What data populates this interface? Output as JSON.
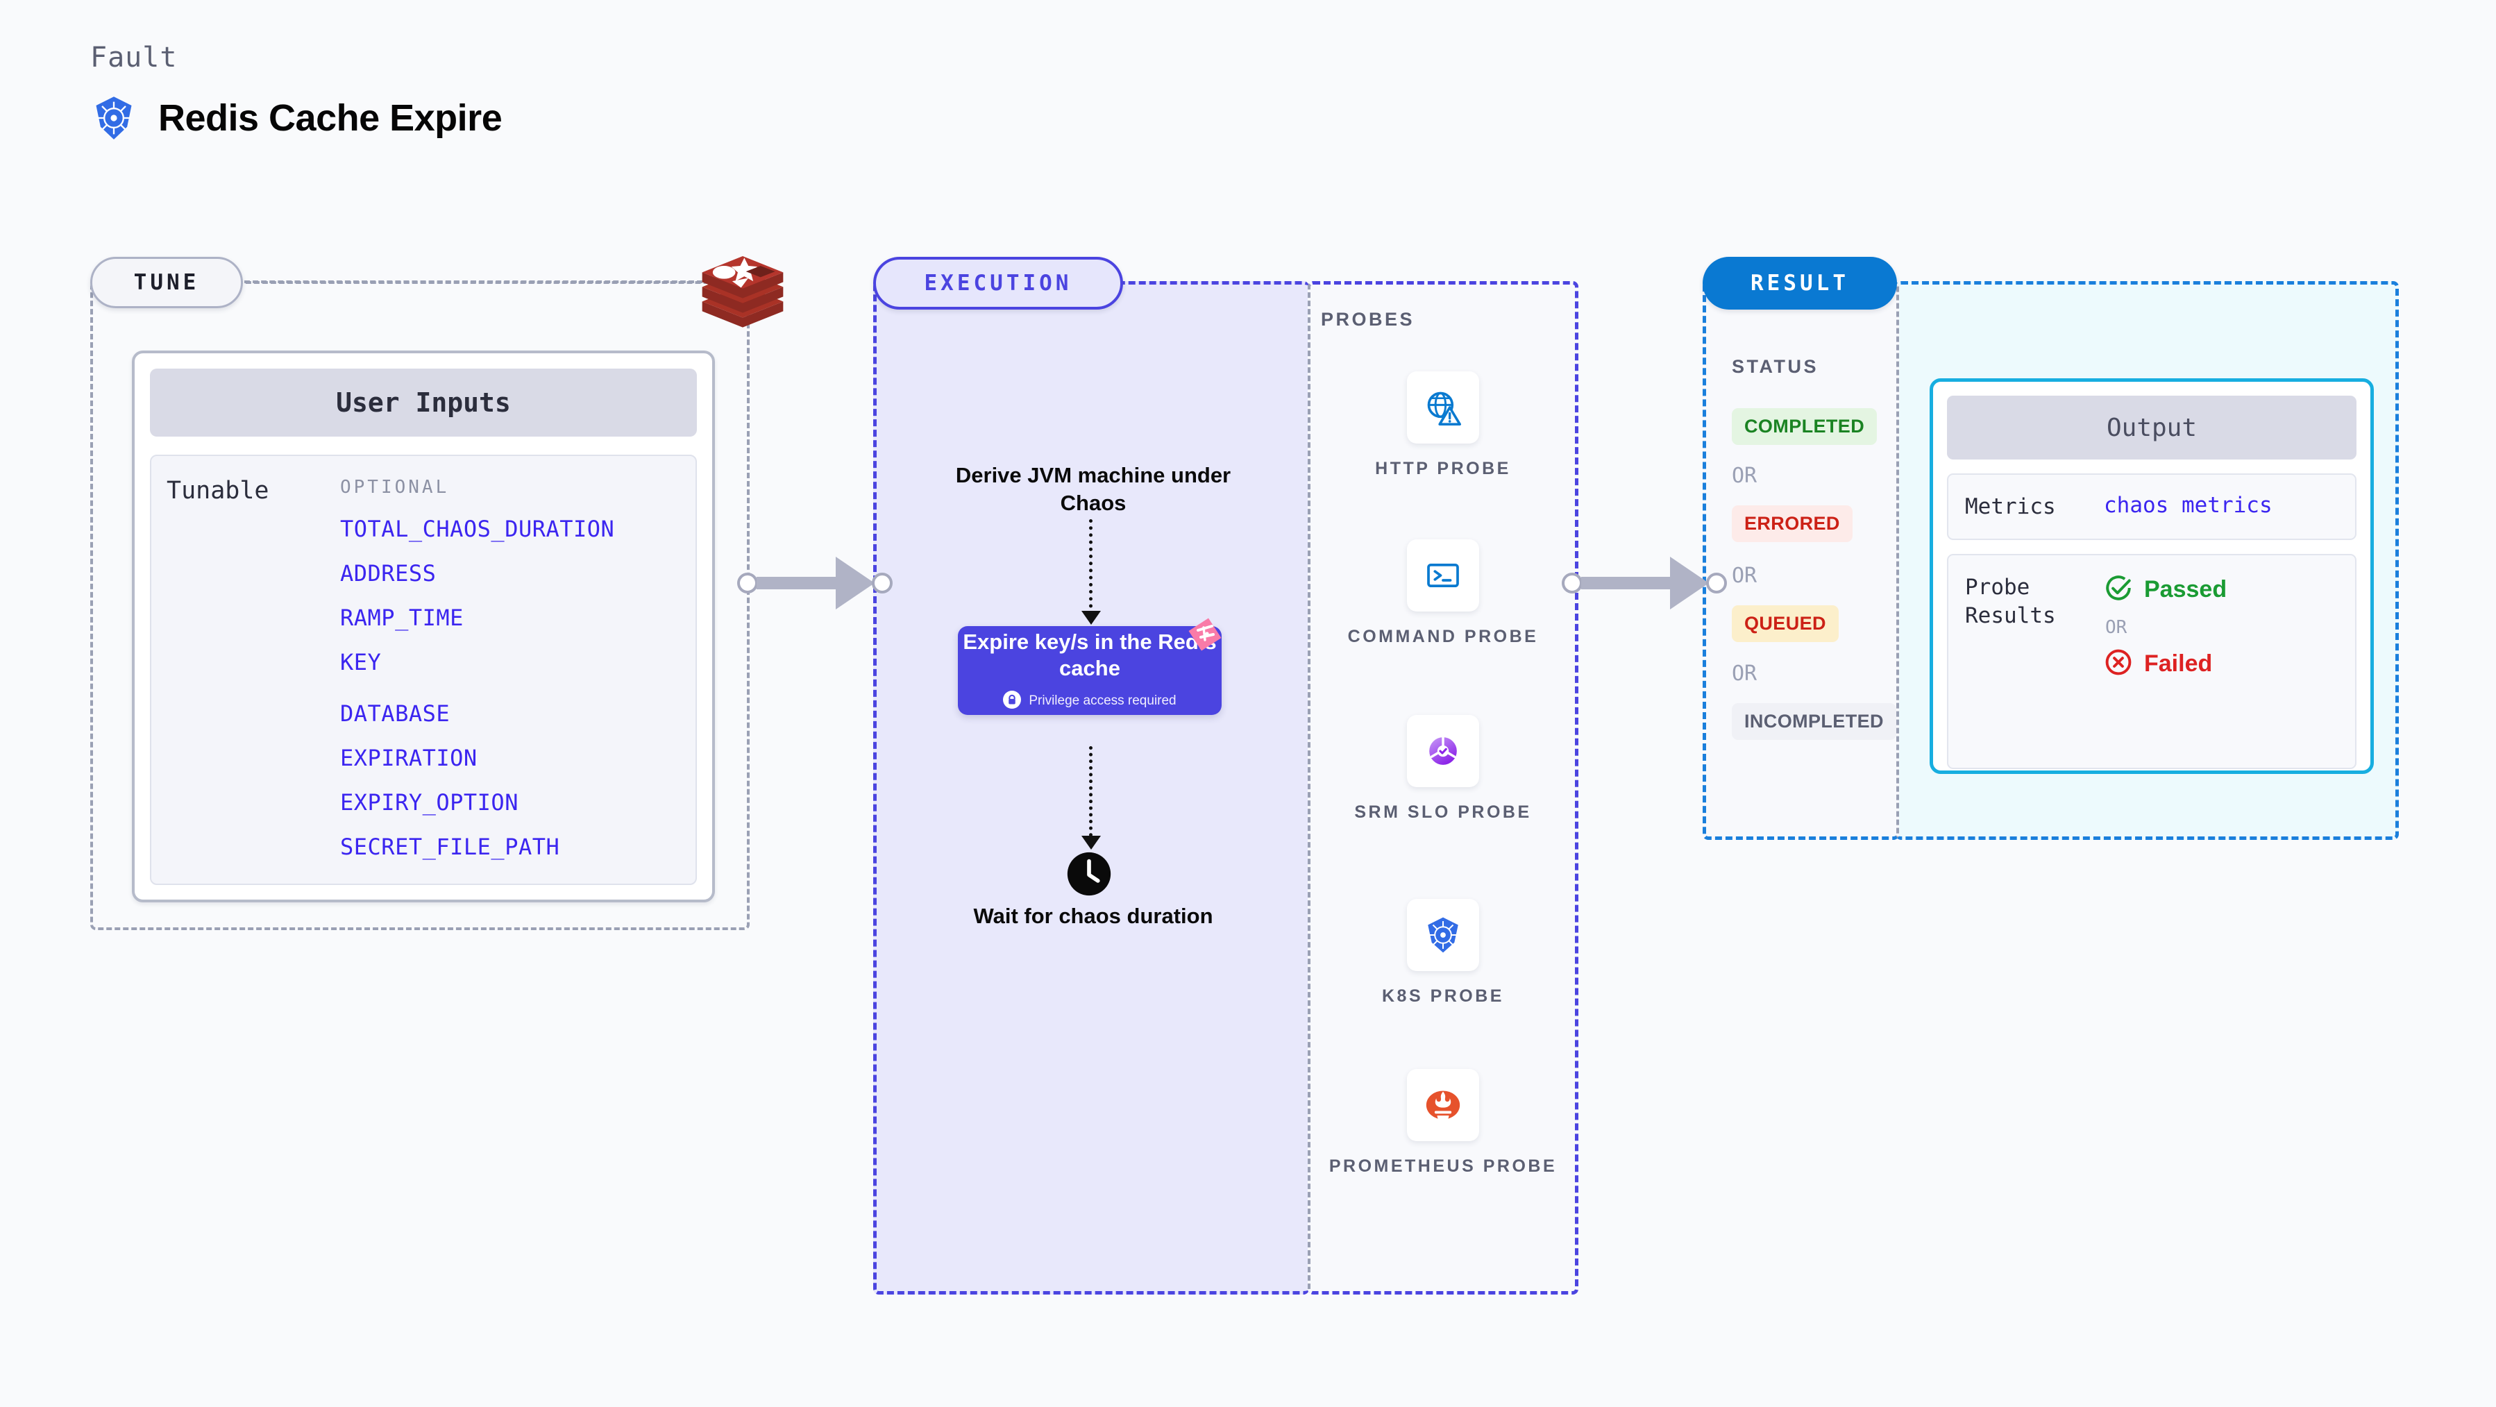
{
  "header": {
    "eyebrow": "Fault",
    "title": "Redis Cache Expire",
    "logo_icon": "kubernetes-icon"
  },
  "tune": {
    "badge": "TUNE",
    "source_icon": "redis-logo",
    "card": {
      "header": "User Inputs",
      "group_label": "Tunable",
      "optional_label": "OPTIONAL",
      "optional_params": [
        "TOTAL_CHAOS_DURATION",
        "ADDRESS",
        "RAMP_TIME",
        "KEY",
        "DATABASE",
        "EXPIRATION",
        "EXPIRY_OPTION",
        "SECRET_FILE_PATH"
      ]
    }
  },
  "execution": {
    "badge": "EXECUTION",
    "step_1": "Derive JVM machine under Chaos",
    "action_card": {
      "title": "Expire key/s in the Redis cache",
      "privilege_note": "Privilege access required",
      "lock_icon": "lock-icon",
      "ribbon_icon": "harness-ribbon-icon"
    },
    "step_2": "Wait for chaos duration",
    "step_2_icon": "clock-icon"
  },
  "probes": {
    "label": "PROBES",
    "items": [
      {
        "caption": "HTTP PROBE",
        "icon": "globe-warning-icon"
      },
      {
        "caption": "COMMAND PROBE",
        "icon": "terminal-icon"
      },
      {
        "caption": "SRM SLO PROBE",
        "icon": "srm-slo-icon"
      },
      {
        "caption": "K8S PROBE",
        "icon": "kubernetes-icon"
      },
      {
        "caption": "PROMETHEUS PROBE",
        "icon": "prometheus-icon"
      }
    ]
  },
  "result": {
    "badge": "RESULT",
    "status_label": "STATUS",
    "or_label": "OR",
    "statuses": [
      {
        "label": "COMPLETED",
        "bg": "#e4f5e2",
        "fg": "#1a8322"
      },
      {
        "label": "ERRORED",
        "bg": "#fdebe9",
        "fg": "#cc2116"
      },
      {
        "label": "QUEUED",
        "bg": "#fcefcb",
        "fg": "#cc2116"
      },
      {
        "label": "INCOMPLETED",
        "bg": "#f0f1f6",
        "fg": "#5b5f72"
      }
    ]
  },
  "output": {
    "header": "Output",
    "metrics_label": "Metrics",
    "metrics_value": "chaos metrics",
    "probe_results_label": "Probe Results",
    "passed_label": "Passed",
    "failed_label": "Failed",
    "or_label": "OR",
    "passed_icon": "check-circle-icon",
    "failed_icon": "x-circle-icon"
  },
  "colors": {
    "accent_purple": "#4b44e0",
    "accent_blue": "#0a79d2",
    "accent_cyan": "#17aee0",
    "param_blue": "#3b25f0",
    "redis_red": "#b5352c",
    "ribbon_pink": "#f97ba8"
  }
}
